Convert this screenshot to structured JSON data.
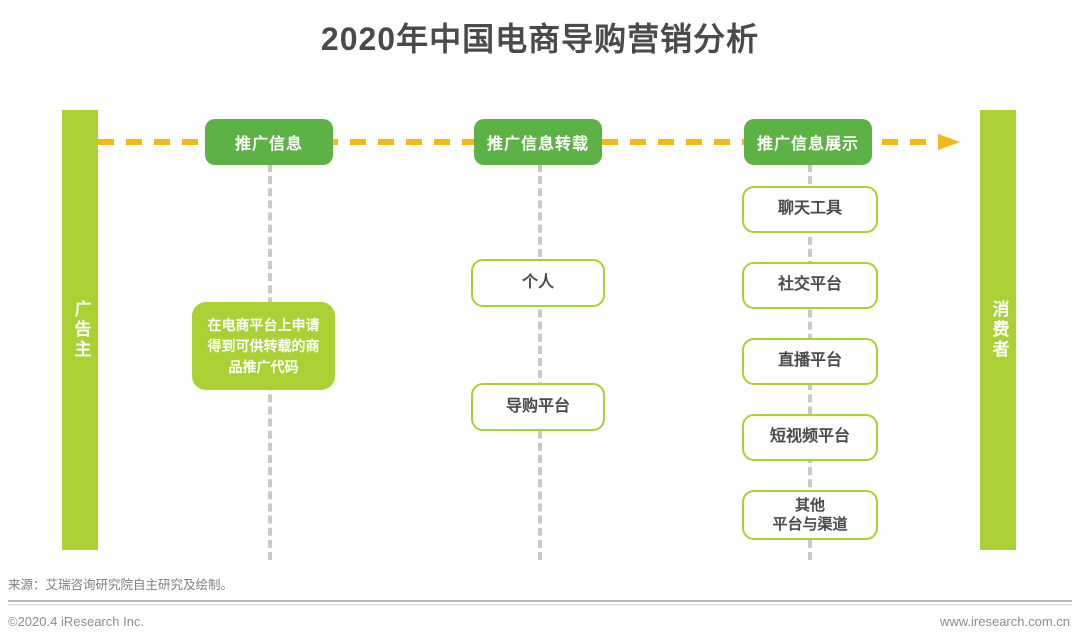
{
  "title": "2020年中国电商导购营销分析",
  "flow": {
    "line_color": "#f5b818",
    "arrow_direction": "right",
    "style": "dashed"
  },
  "colors": {
    "header_green": "#5cb245",
    "light_green": "#a9d134",
    "arrow_yellow": "#f5b818",
    "dash_gray": "#c9c9c9",
    "text_dark": "#4a4a4a"
  },
  "left_bar": {
    "label": "广告主"
  },
  "right_bar": {
    "label": "消费者"
  },
  "columns": [
    {
      "header": "推广信息",
      "note": "在电商平台上申请得到可供转载的商品推广代码",
      "nodes": []
    },
    {
      "header": "推广信息转载",
      "nodes": [
        "个人",
        "导购平台"
      ]
    },
    {
      "header": "推广信息展示",
      "nodes": [
        "聊天工具",
        "社交平台",
        "直播平台",
        "短视频平台",
        "其他"
      ],
      "last_node_line2": "平台与渠道"
    }
  ],
  "footer": {
    "source": "来源：艾瑞咨询研究院自主研究及绘制。",
    "copyright": "©2020.4 iResearch Inc.",
    "website": "www.iresearch.com.cn"
  }
}
